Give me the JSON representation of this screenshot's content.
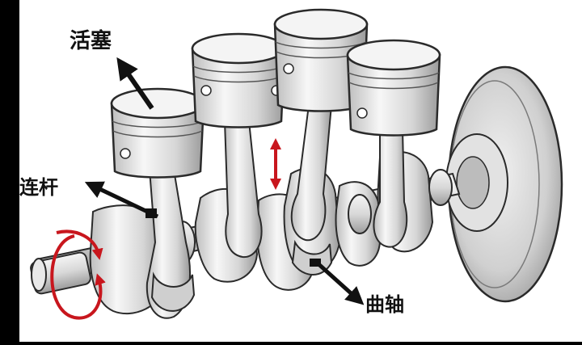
{
  "labels": {
    "piston": "活塞",
    "connecting_rod": "连杆",
    "crankshaft": "曲轴"
  },
  "colors": {
    "background": "#ffffff",
    "border": "#000000",
    "metal_light": "#f2f2f2",
    "metal_mid": "#d4d4d4",
    "metal_dark": "#8a8a8a",
    "outline": "#2a2a2a",
    "annotation_arrow": "#111111",
    "motion_arrow": "#c8161d"
  },
  "icons": [
    "rotation-arrow-icon",
    "up-down-arrow-icon",
    "pointer-arrow-icon"
  ]
}
